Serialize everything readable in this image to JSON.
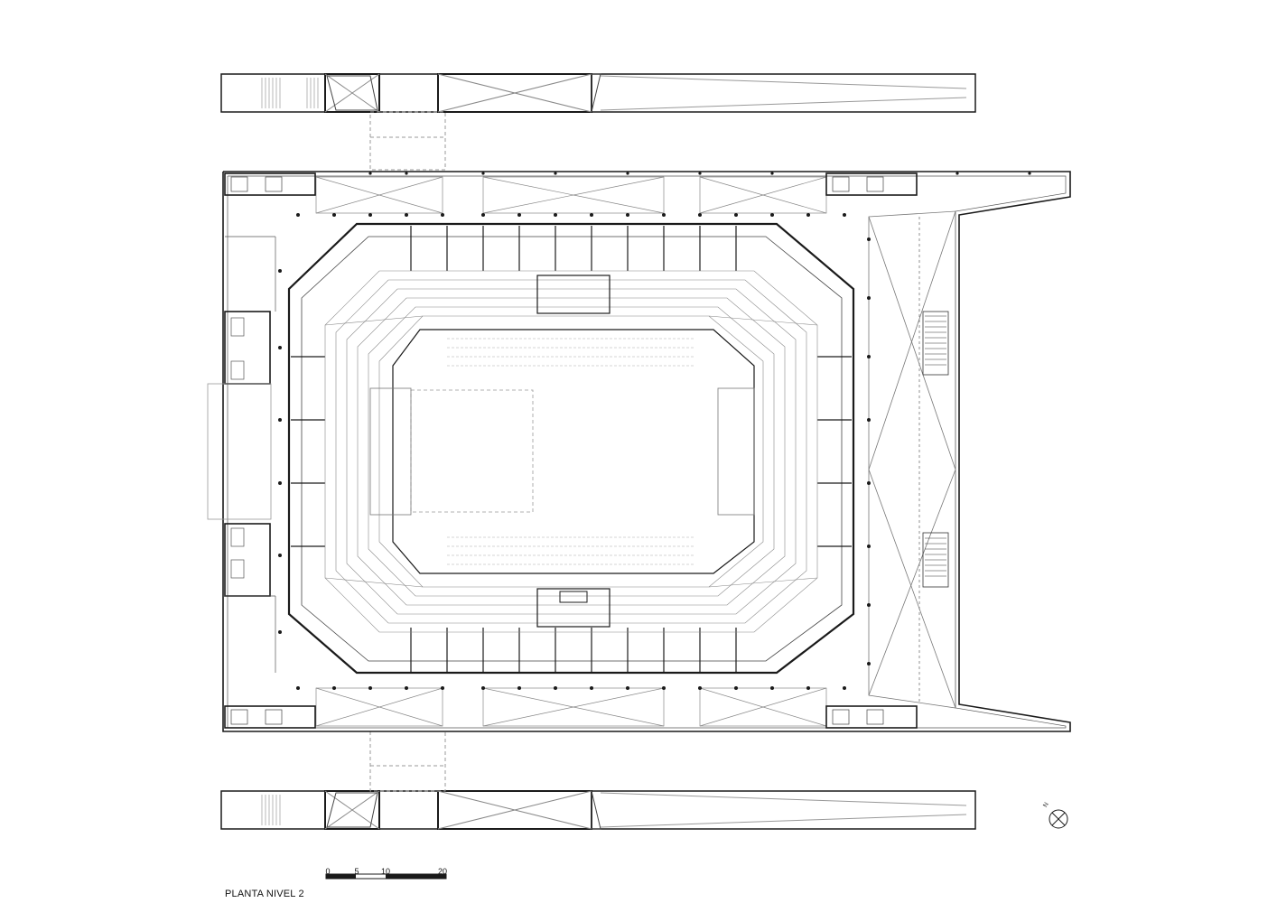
{
  "title": "PLANTA NIVEL 2",
  "scale_bar": {
    "labels": [
      "0",
      "5",
      "10",
      "20"
    ]
  },
  "north_arrow": {
    "label": "N",
    "icon": "north-arrow-icon"
  },
  "colors": {
    "line": "#1a1a1a",
    "fine_line": "#9a9a9a",
    "background": "#ffffff"
  }
}
